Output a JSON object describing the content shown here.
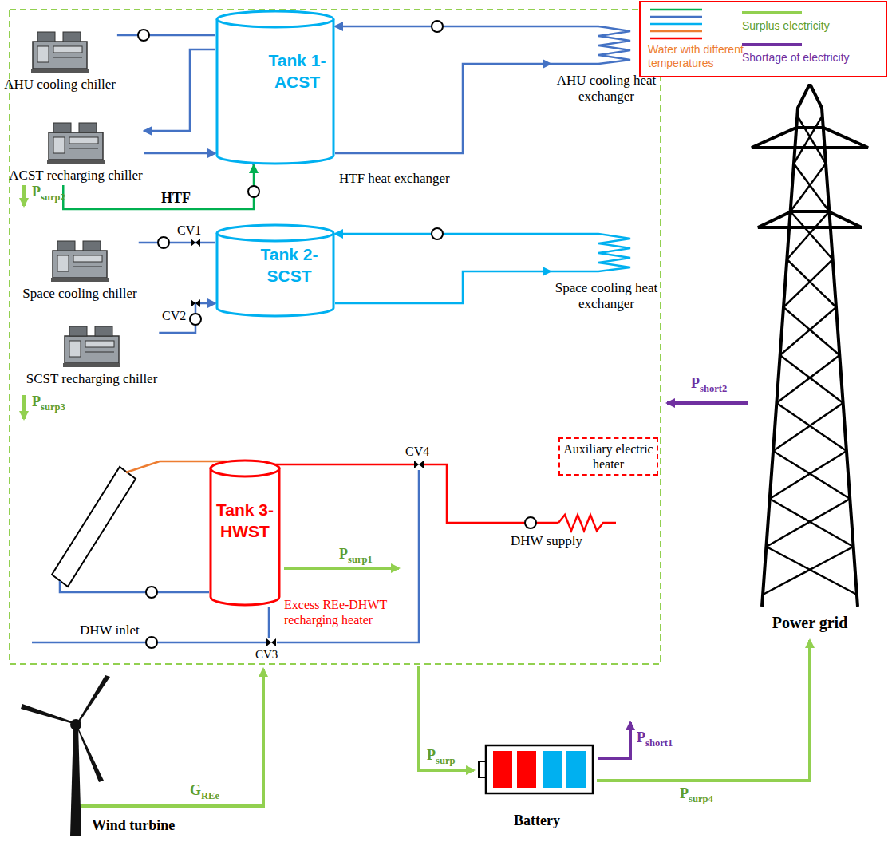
{
  "diagram": {
    "nodes": [
      {
        "text": [
          "Tank 1-ACST"
        ]
      },
      {
        "text": [
          "AHU cooling chiller"
        ]
      },
      {
        "text": [
          "ACST recharging chiller"
        ]
      },
      {
        "text": [
          "AHU cooling heat exchanger"
        ]
      },
      {
        "text": [
          "Tank 2-SCST"
        ]
      },
      {
        "text": [
          "Space cooling chiller"
        ]
      },
      {
        "text": [
          "SCST recharging chiller"
        ]
      },
      {
        "text": [
          "Space cooling heat exchanger"
        ]
      },
      {
        "text": [
          "Tank 3-HWST"
        ]
      },
      {
        "text": [
          "Auxiliary electric heater"
        ]
      },
      {
        "text": [
          "Wind turbine"
        ]
      },
      {
        "text": [
          "Battery"
        ]
      },
      {
        "text": [
          "Power grid"
        ]
      }
    ],
    "edges": [
      {
        "from": 1,
        "to": 0,
        "arrow": "none"
      },
      {
        "from": 0,
        "to": 2,
        "arrow": "to"
      },
      {
        "from": 2,
        "to": 0,
        "arrow": "to"
      },
      {
        "from": 2,
        "to": 0,
        "label": "HTF",
        "arrow": "to"
      },
      {
        "from": 0,
        "to": 3,
        "arrow": "to"
      },
      {
        "from": 3,
        "to": 0,
        "arrow": "to"
      },
      {
        "from": 5,
        "to": 4,
        "arrow": "none"
      },
      {
        "from": 6,
        "to": 4,
        "arrow": "to"
      },
      {
        "from": 4,
        "to": 7,
        "arrow": "to"
      },
      {
        "from": 7,
        "to": 4,
        "arrow": "to"
      },
      {
        "from": 11,
        "to": 12,
        "label": "Psurp4",
        "arrow": "to"
      }
    ],
    "labels": [
      "HTF heat exchanger",
      "CV1",
      "CV2",
      "CV3",
      "CV4",
      "Psurp2",
      "Psurp3",
      "Psurp1",
      "Excess REe-DHWT recharging heater",
      "DHW inlet",
      "DHW supply",
      "GREe",
      "Psurp",
      "Pshort1",
      "Pshort2"
    ],
    "legend": [
      {
        "text": "Water with different temperatures"
      },
      {
        "text": "Surplus electricity",
        "color": "#92d050"
      },
      {
        "text": "Shortage of electricity",
        "color": "#7030a0"
      }
    ]
  }
}
